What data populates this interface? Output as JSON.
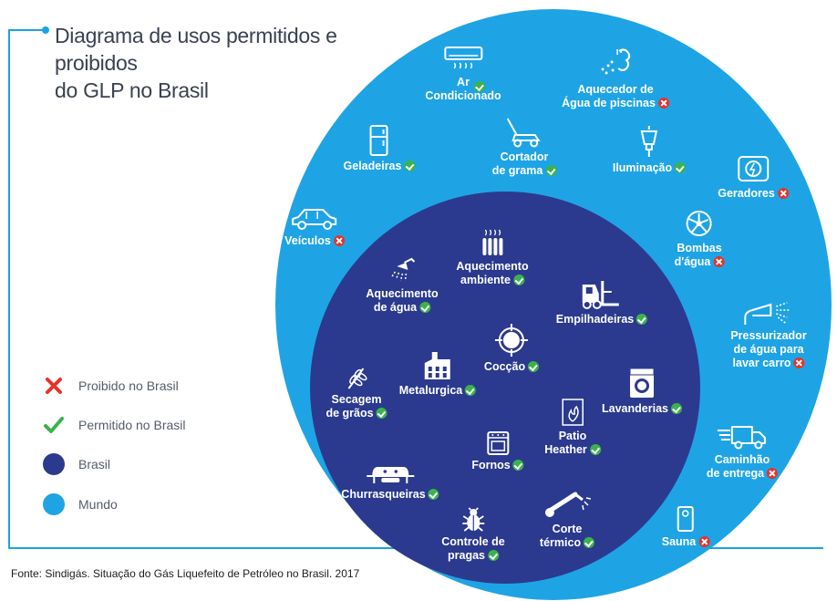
{
  "title": {
    "line1": "Diagrama de usos permitidos e proibidos",
    "line2": "do GLP no Brasil"
  },
  "legend": {
    "prohibited": "Proibido no Brasil",
    "permitted": "Permitido no Brasil",
    "brasil": "Brasil",
    "mundo": "Mundo"
  },
  "colors": {
    "mundo": "#1ea4e4",
    "brasil": "#2b3a8e",
    "permitted": "#3cb34a",
    "prohibited": "#e63329",
    "frame": "#1ba3e4"
  },
  "mundo_items": [
    {
      "lines": [
        "Ar",
        "Condicionado"
      ],
      "status": "ok",
      "icon": "air-conditioner-icon"
    },
    {
      "lines": [
        "Aquecedor de",
        "Água de piscinas"
      ],
      "status": "no",
      "icon": "pool-heater-icon"
    },
    {
      "lines": [
        "Geladeiras"
      ],
      "status": "ok",
      "icon": "refrigerator-icon"
    },
    {
      "lines": [
        "Cortador",
        "de grama"
      ],
      "status": "ok",
      "icon": "lawn-mower-icon"
    },
    {
      "lines": [
        "Iluminação"
      ],
      "status": "ok",
      "icon": "lamp-icon"
    },
    {
      "lines": [
        "Geradores"
      ],
      "status": "no",
      "icon": "generator-icon"
    },
    {
      "lines": [
        "Veículos"
      ],
      "status": "no",
      "icon": "car-icon"
    },
    {
      "lines": [
        "Bombas",
        "d'água"
      ],
      "status": "no",
      "icon": "water-pump-icon"
    },
    {
      "lines": [
        "Pressurizador",
        "de água para",
        "lavar carro"
      ],
      "status": "no",
      "icon": "pressure-washer-icon"
    },
    {
      "lines": [
        "Caminhão",
        "de entrega"
      ],
      "status": "no",
      "icon": "truck-icon"
    },
    {
      "lines": [
        "Sauna"
      ],
      "status": "no",
      "icon": "sauna-icon"
    }
  ],
  "brasil_items": [
    {
      "lines": [
        "Aquecimento",
        "ambiente"
      ],
      "status": "ok",
      "icon": "radiator-icon"
    },
    {
      "lines": [
        "Aquecimento",
        "de água"
      ],
      "status": "ok",
      "icon": "shower-icon"
    },
    {
      "lines": [
        "Empilhadeiras"
      ],
      "status": "ok",
      "icon": "forklift-icon"
    },
    {
      "lines": [
        "Cocção"
      ],
      "status": "ok",
      "icon": "stove-burner-icon"
    },
    {
      "lines": [
        "Metalurgica"
      ],
      "status": "ok",
      "icon": "factory-icon"
    },
    {
      "lines": [
        "Secagem",
        "de grãos"
      ],
      "status": "ok",
      "icon": "wheat-icon"
    },
    {
      "lines": [
        "Lavanderias"
      ],
      "status": "ok",
      "icon": "washing-machine-icon"
    },
    {
      "lines": [
        "Patio",
        "Heather"
      ],
      "status": "ok",
      "icon": "patio-heater-icon"
    },
    {
      "lines": [
        "Fornos"
      ],
      "status": "ok",
      "icon": "oven-icon"
    },
    {
      "lines": [
        "Churrasqueiras"
      ],
      "status": "ok",
      "icon": "grill-icon"
    },
    {
      "lines": [
        "Controle de",
        "pragas"
      ],
      "status": "ok",
      "icon": "bug-icon"
    },
    {
      "lines": [
        "Corte",
        "térmico"
      ],
      "status": "ok",
      "icon": "torch-icon"
    }
  ],
  "source": "Fonte: Sindigás. Situação do Gás Liquefeito de Petróleo no Brasil. 2017"
}
